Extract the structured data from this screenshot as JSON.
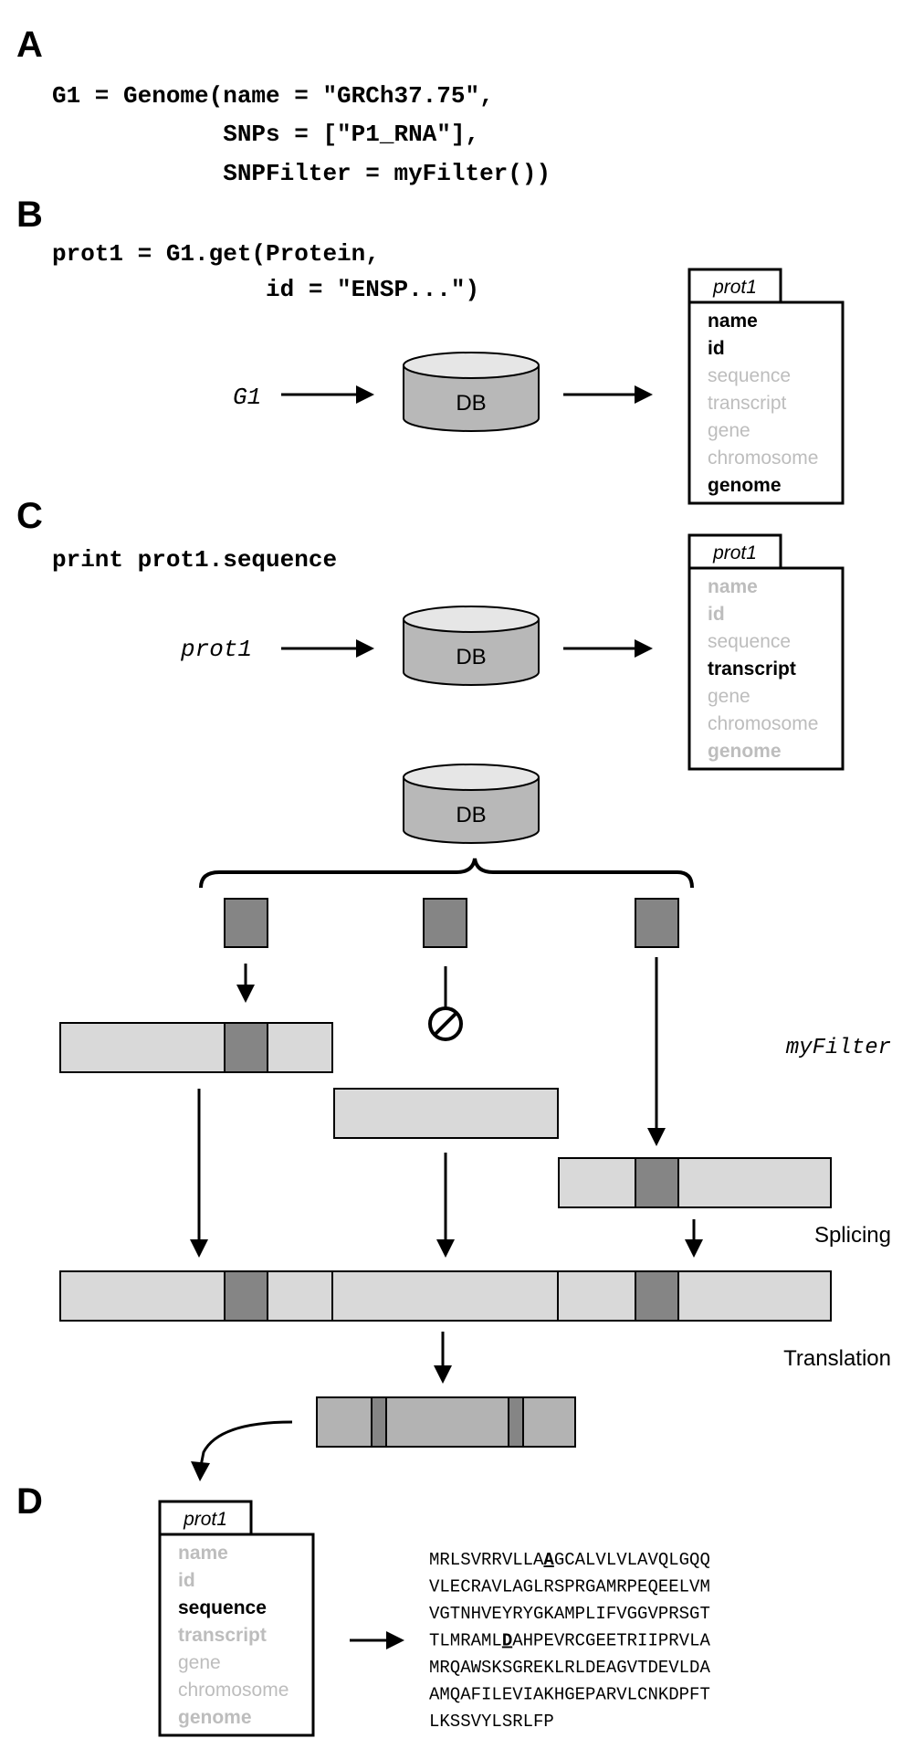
{
  "panels": [
    "A",
    "B",
    "C",
    "D"
  ],
  "panel_a": {
    "code": [
      "G1 = Genome(name = \"GRCh37.75\",",
      "            SNPs = [\"P1_RNA\"],",
      "            SNPFilter = myFilter())"
    ]
  },
  "panel_b": {
    "code": [
      "prot1 = G1.get(Protein,",
      "               id = \"ENSP...\")"
    ],
    "input_label": "G1",
    "db_label": "DB"
  },
  "panel_c": {
    "code": [
      "print prot1.sequence"
    ],
    "input_label": "prot1",
    "db_label": "DB",
    "db2_label": "DB",
    "filter_label": "myFilter",
    "splicing_label": "Splicing",
    "translation_label": "Translation"
  },
  "objects": [
    {
      "tab": "prot1",
      "fields": [
        {
          "text": "name",
          "state": "bold"
        },
        {
          "text": "id",
          "state": "bold"
        },
        {
          "text": "sequence",
          "state": "gray"
        },
        {
          "text": "transcript",
          "state": "gray"
        },
        {
          "text": "gene",
          "state": "gray"
        },
        {
          "text": "chromosome",
          "state": "gray"
        },
        {
          "text": "genome",
          "state": "bold"
        }
      ]
    },
    {
      "tab": "prot1",
      "fields": [
        {
          "text": "name",
          "state": "graybold"
        },
        {
          "text": "id",
          "state": "graybold"
        },
        {
          "text": "sequence",
          "state": "gray"
        },
        {
          "text": "transcript",
          "state": "bold"
        },
        {
          "text": "gene",
          "state": "gray"
        },
        {
          "text": "chromosome",
          "state": "gray"
        },
        {
          "text": "genome",
          "state": "graybold"
        }
      ]
    },
    {
      "tab": "prot1",
      "fields": [
        {
          "text": "name",
          "state": "graybold"
        },
        {
          "text": "id",
          "state": "graybold"
        },
        {
          "text": "sequence",
          "state": "bold"
        },
        {
          "text": "transcript",
          "state": "graybold"
        },
        {
          "text": "gene",
          "state": "gray"
        },
        {
          "text": "chromosome",
          "state": "gray"
        },
        {
          "text": "genome",
          "state": "graybold"
        }
      ]
    }
  ],
  "sequence_lines": [
    [
      {
        "t": "MRLSVRRVLLA"
      },
      {
        "t": "A",
        "hl": true
      },
      {
        "t": "GCALVLVLAVQLGQQ"
      }
    ],
    [
      {
        "t": "VLECRAVLAGLRSPRGAMRPEQEELVM"
      }
    ],
    [
      {
        "t": "VGTNHVEYRYGKAMPLIFVGGVPRSGT"
      }
    ],
    [
      {
        "t": "TLMRAML"
      },
      {
        "t": "D",
        "hl": true
      },
      {
        "t": "AHPEVRCGEETRIIPRVLA"
      }
    ],
    [
      {
        "t": "MRQAWSKSGREKLRLDEAGVTDEVLDA"
      }
    ],
    [
      {
        "t": "AMQAFILEVIAKHGEPARVLCNKDPFT"
      }
    ],
    [
      {
        "t": "LKSSVYLSRLFP"
      }
    ]
  ],
  "colors": {
    "exon": "#d9d9d9",
    "snp": "#858585",
    "db_body": "#b8b8b8",
    "db_top": "#e6e6e6",
    "protein": "#b3b3b3",
    "field_gray": "#bdbdbd",
    "field_bold": "#000000"
  },
  "icons": [
    "arrow-right-icon",
    "arrow-down-icon",
    "database-icon",
    "blocked-icon",
    "curly-brace-icon"
  ]
}
